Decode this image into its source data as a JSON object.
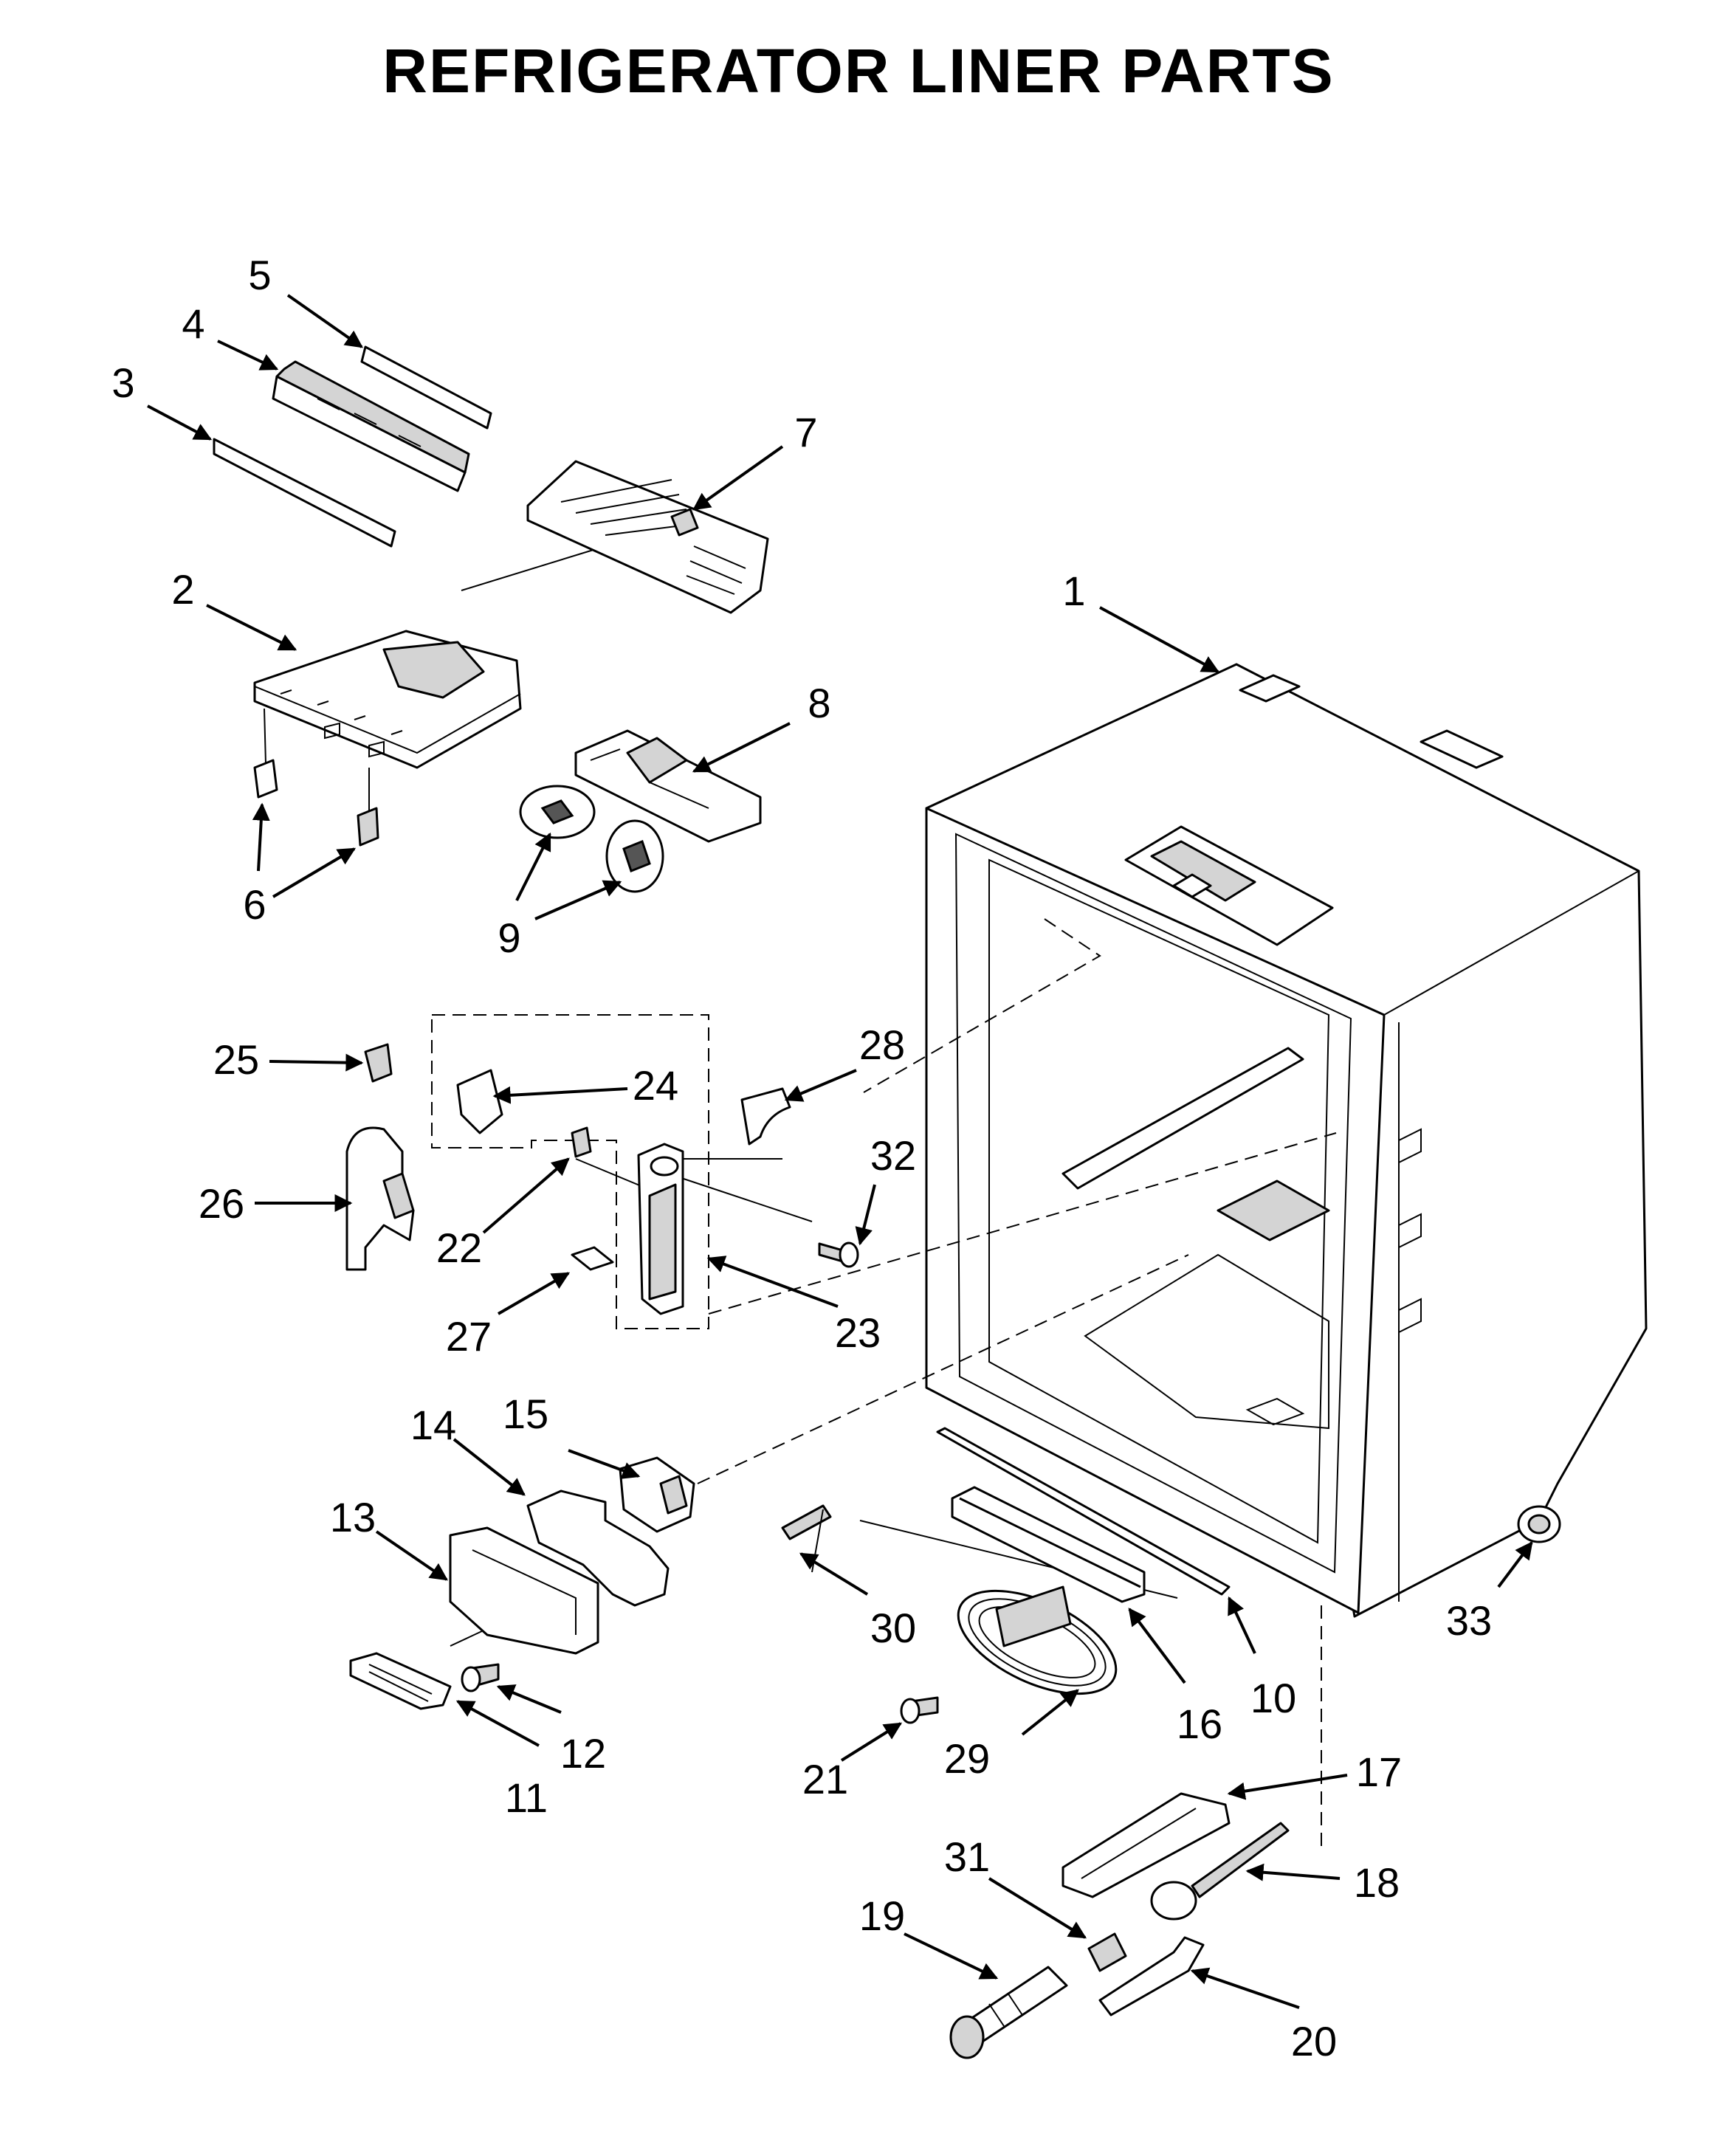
{
  "title": "REFRIGERATOR LINER PARTS",
  "callouts": {
    "c1": "1",
    "c2": "2",
    "c3": "3",
    "c4": "4",
    "c5": "5",
    "c6": "6",
    "c7": "7",
    "c8": "8",
    "c9": "9",
    "c10": "10",
    "c11": "11",
    "c12": "12",
    "c13": "13",
    "c14": "14",
    "c15": "15",
    "c16": "16",
    "c17": "17",
    "c18": "18",
    "c19": "19",
    "c20": "20",
    "c21": "21",
    "c22": "22",
    "c23": "23",
    "c24": "24",
    "c25": "25",
    "c26": "26",
    "c27": "27",
    "c28": "28",
    "c29": "29",
    "c30": "30",
    "c31": "31",
    "c32": "32",
    "c33": "33"
  }
}
